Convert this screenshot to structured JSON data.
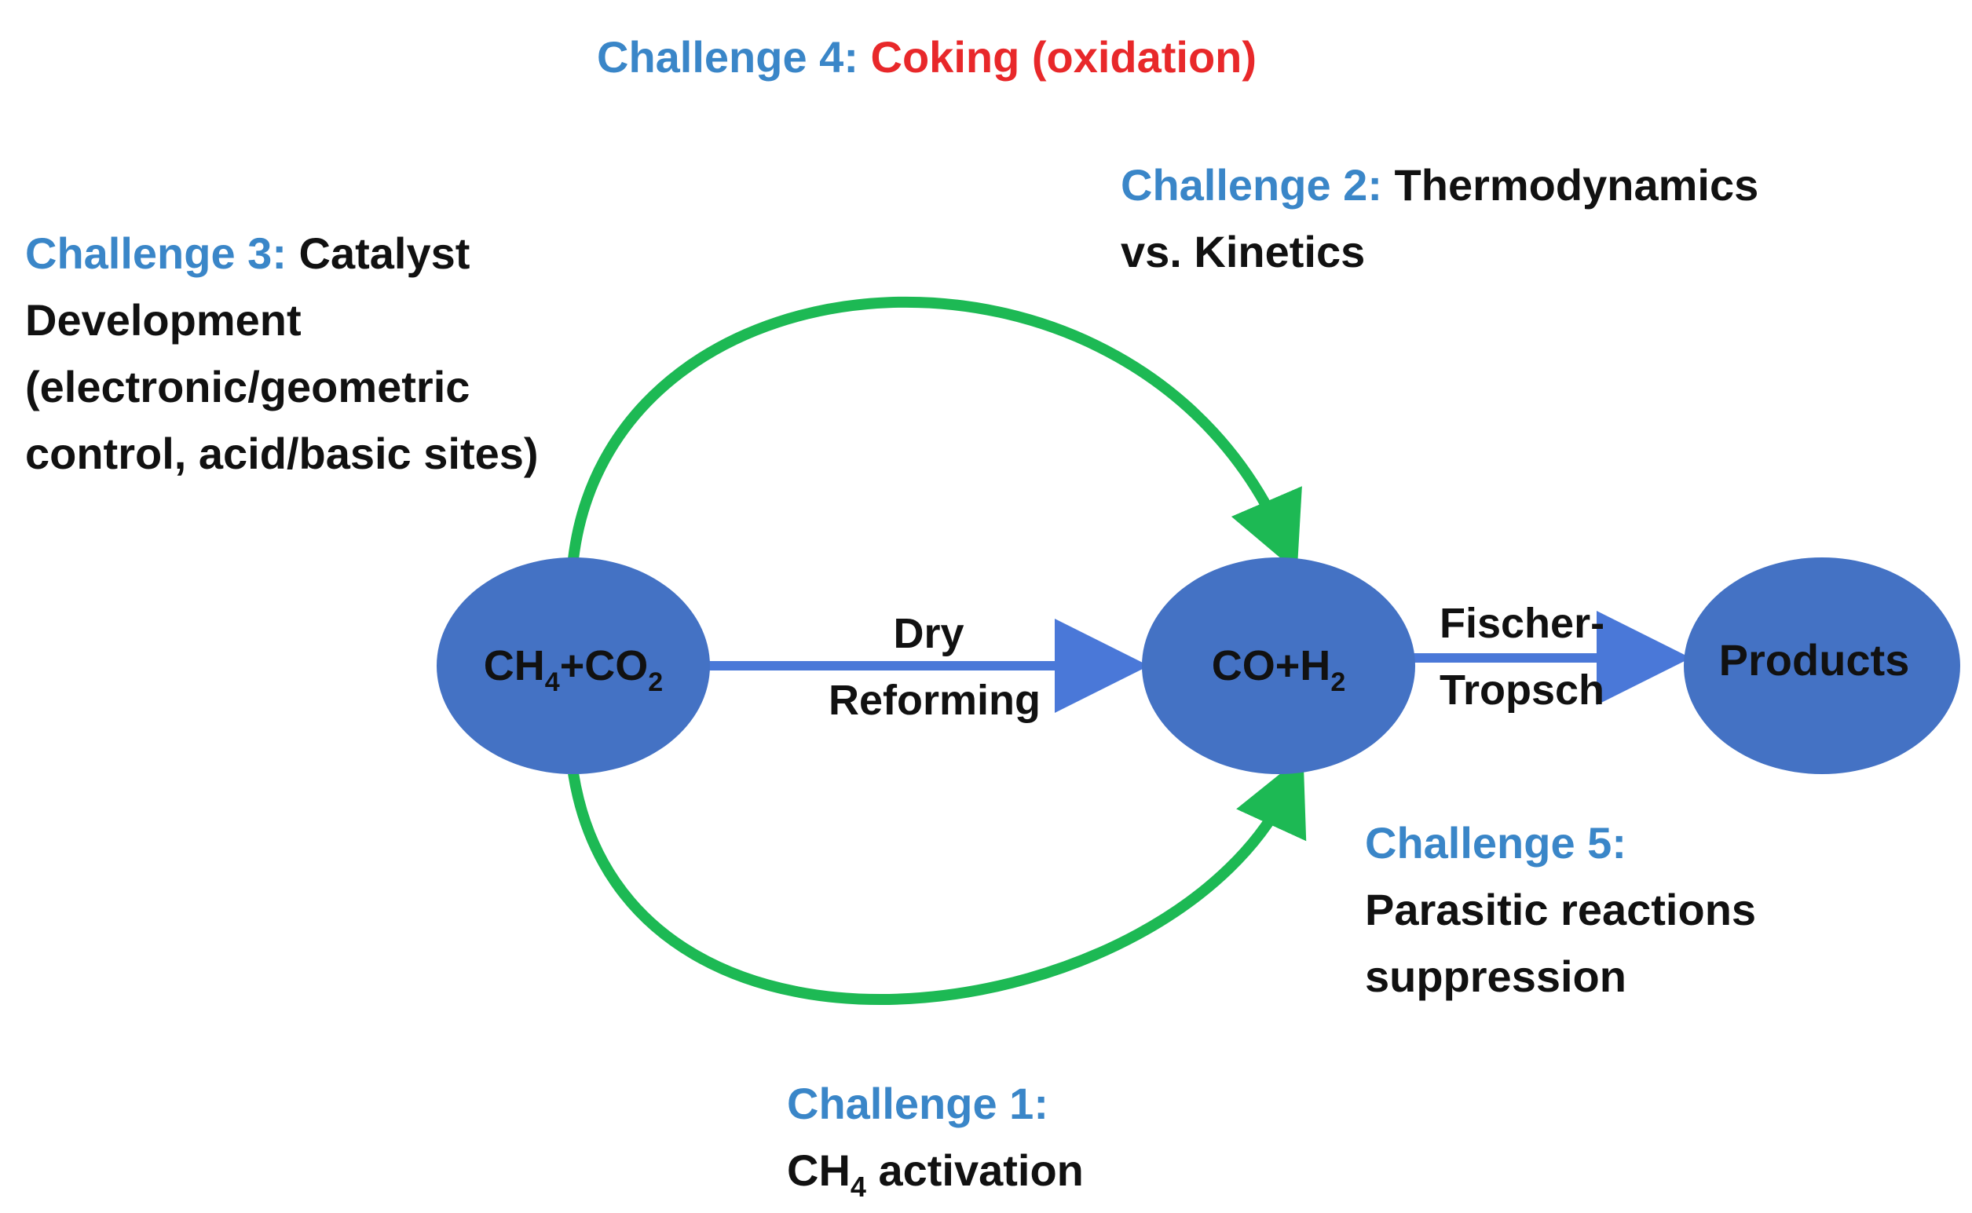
{
  "colors": {
    "challenge_blue": "#3a86c8",
    "coking_red": "#e8282a",
    "text_black": "#111111",
    "node_fill": "#4472c4",
    "arrow_blue": "#4a78d8",
    "arrow_green": "#1db954"
  },
  "nodes": {
    "reactants": {
      "main1": "CH",
      "sub1": "4",
      "main2": "+CO",
      "sub2": "2"
    },
    "syngas": {
      "main1": "CO+H",
      "sub1": "2"
    },
    "products": {
      "label": "Products"
    }
  },
  "edges": {
    "dry_reforming": {
      "line1": "Dry",
      "line2": "Reforming"
    },
    "fischer_tropsch": {
      "line1": "Fischer-",
      "line2": "Tropsch"
    }
  },
  "challenges": {
    "c4": {
      "prefix": "Challenge 4: ",
      "text": "Coking (oxidation)"
    },
    "c2": {
      "prefix": "Challenge 2: ",
      "text_line1": "Thermodynamics",
      "text_line2": "vs. Kinetics"
    },
    "c3": {
      "prefix": "Challenge 3: ",
      "text_line1": "Catalyst",
      "text_line2": "Development",
      "text_line3": "(electronic/geometric",
      "text_line4": "control, acid/basic sites)"
    },
    "c5": {
      "prefix": "Challenge 5:",
      "text_line1": "Parasitic reactions",
      "text_line2": "suppression"
    },
    "c1": {
      "prefix": "Challenge 1:",
      "text_main": "CH",
      "text_sub": "4",
      "text_rest": " activation"
    }
  }
}
